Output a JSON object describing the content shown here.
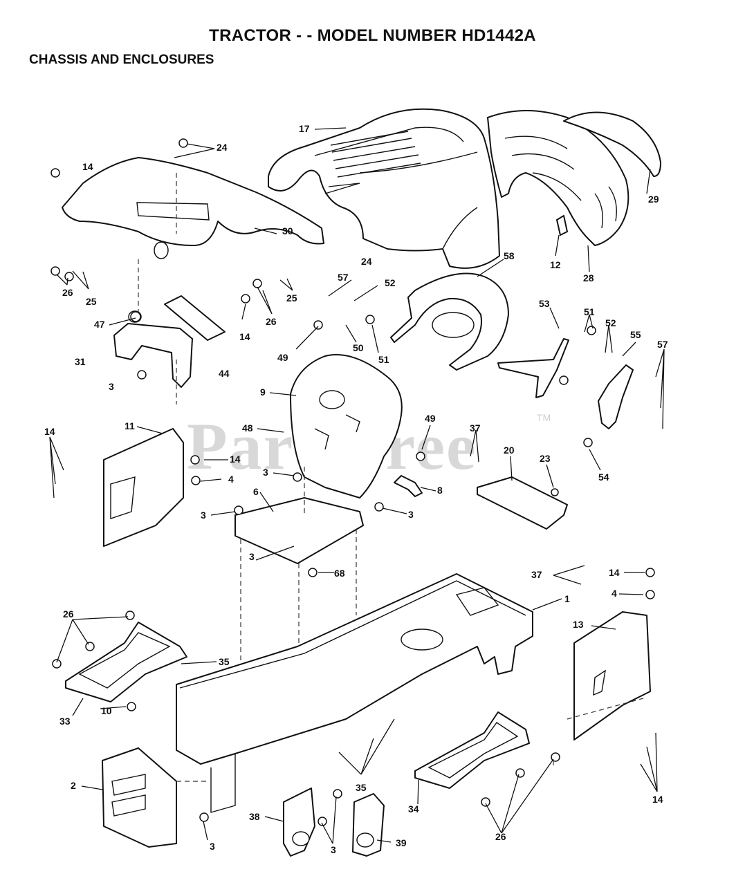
{
  "header": {
    "title": "TRACTOR - - MODEL NUMBER HD1442A",
    "subtitle": "CHASSIS AND ENCLOSURES"
  },
  "watermark": {
    "text": "PartsTree",
    "trademark": "TM"
  },
  "callouts": [
    {
      "id": "c-17",
      "label": "17"
    },
    {
      "id": "c-24a",
      "label": "24"
    },
    {
      "id": "c-14a",
      "label": "14"
    },
    {
      "id": "c-30",
      "label": "30"
    },
    {
      "id": "c-24b",
      "label": "24"
    },
    {
      "id": "c-25a",
      "label": "25"
    },
    {
      "id": "c-26a",
      "label": "26"
    },
    {
      "id": "c-47",
      "label": "47"
    },
    {
      "id": "c-14b",
      "label": "14"
    },
    {
      "id": "c-26b",
      "label": "26"
    },
    {
      "id": "c-25b",
      "label": "25"
    },
    {
      "id": "c-31",
      "label": "31"
    },
    {
      "id": "c-44",
      "label": "44"
    },
    {
      "id": "c-3a",
      "label": "3"
    },
    {
      "id": "c-29",
      "label": "29"
    },
    {
      "id": "c-12",
      "label": "12"
    },
    {
      "id": "c-28",
      "label": "28"
    },
    {
      "id": "c-58",
      "label": "58"
    },
    {
      "id": "c-57a",
      "label": "57"
    },
    {
      "id": "c-52a",
      "label": "52"
    },
    {
      "id": "c-49a",
      "label": "49"
    },
    {
      "id": "c-50",
      "label": "50"
    },
    {
      "id": "c-51a",
      "label": "51"
    },
    {
      "id": "c-53",
      "label": "53"
    },
    {
      "id": "c-51b",
      "label": "51"
    },
    {
      "id": "c-52b",
      "label": "52"
    },
    {
      "id": "c-55",
      "label": "55"
    },
    {
      "id": "c-57b",
      "label": "57"
    },
    {
      "id": "c-9",
      "label": "9"
    },
    {
      "id": "c-48",
      "label": "48"
    },
    {
      "id": "c-49b",
      "label": "49"
    },
    {
      "id": "c-11",
      "label": "11"
    },
    {
      "id": "c-14c",
      "label": "14"
    },
    {
      "id": "c-14d",
      "label": "14"
    },
    {
      "id": "c-4a",
      "label": "4"
    },
    {
      "id": "c-3b",
      "label": "3"
    },
    {
      "id": "c-6",
      "label": "6"
    },
    {
      "id": "c-3c",
      "label": "3"
    },
    {
      "id": "c-3d",
      "label": "3"
    },
    {
      "id": "c-3e",
      "label": "3"
    },
    {
      "id": "c-68",
      "label": "68"
    },
    {
      "id": "c-8",
      "label": "8"
    },
    {
      "id": "c-37a",
      "label": "37"
    },
    {
      "id": "c-20",
      "label": "20"
    },
    {
      "id": "c-23",
      "label": "23"
    },
    {
      "id": "c-54",
      "label": "54"
    },
    {
      "id": "c-37b",
      "label": "37"
    },
    {
      "id": "c-1",
      "label": "1"
    },
    {
      "id": "c-14e",
      "label": "14"
    },
    {
      "id": "c-4b",
      "label": "4"
    },
    {
      "id": "c-13",
      "label": "13"
    },
    {
      "id": "c-26c",
      "label": "26"
    },
    {
      "id": "c-35a",
      "label": "35"
    },
    {
      "id": "c-33",
      "label": "33"
    },
    {
      "id": "c-10",
      "label": "10"
    },
    {
      "id": "c-2",
      "label": "2"
    },
    {
      "id": "c-3f",
      "label": "3"
    },
    {
      "id": "c-35b",
      "label": "35"
    },
    {
      "id": "c-34",
      "label": "34"
    },
    {
      "id": "c-38",
      "label": "38"
    },
    {
      "id": "c-3g",
      "label": "3"
    },
    {
      "id": "c-39",
      "label": "39"
    },
    {
      "id": "c-26d",
      "label": "26"
    },
    {
      "id": "c-14f",
      "label": "14"
    }
  ]
}
